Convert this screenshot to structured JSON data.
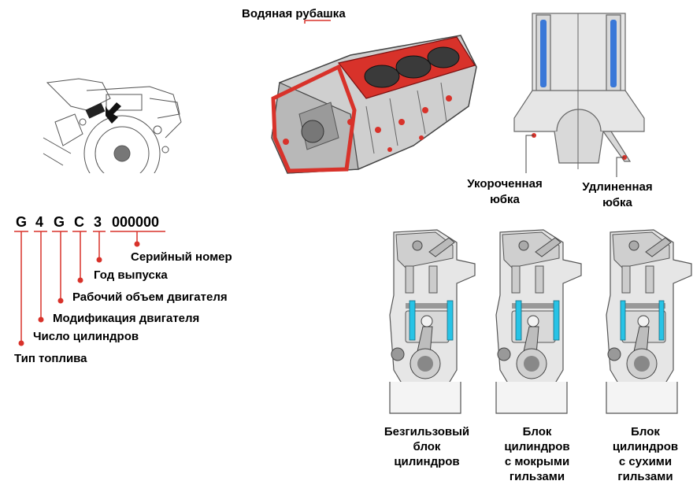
{
  "labels": {
    "water_jacket": "Водяная рубашка",
    "short_skirt": [
      "Укороченная",
      "юбка"
    ],
    "long_skirt": [
      "Удлиненная",
      "юбка"
    ]
  },
  "engine_code": {
    "chars": [
      "G",
      "4",
      "G",
      "C",
      "3",
      "000000"
    ],
    "descriptions": [
      "Серийный номер",
      "Год выпуска",
      "Рабочий объем двигателя",
      "Модификация двигателя",
      "Число цилиндров",
      "Тип топлива"
    ]
  },
  "block_types": [
    [
      "Безгильзовый",
      "блок",
      "цилиндров"
    ],
    [
      "Блок",
      "цилиндров",
      "с мокрыми",
      "гильзами"
    ],
    [
      "Блок",
      "цилиндров",
      "с сухими",
      "гильзами"
    ]
  ],
  "colors": {
    "accent_red": "#d8322a",
    "liner_blue": "#3a78d8",
    "cyan": "#27c3e6"
  }
}
